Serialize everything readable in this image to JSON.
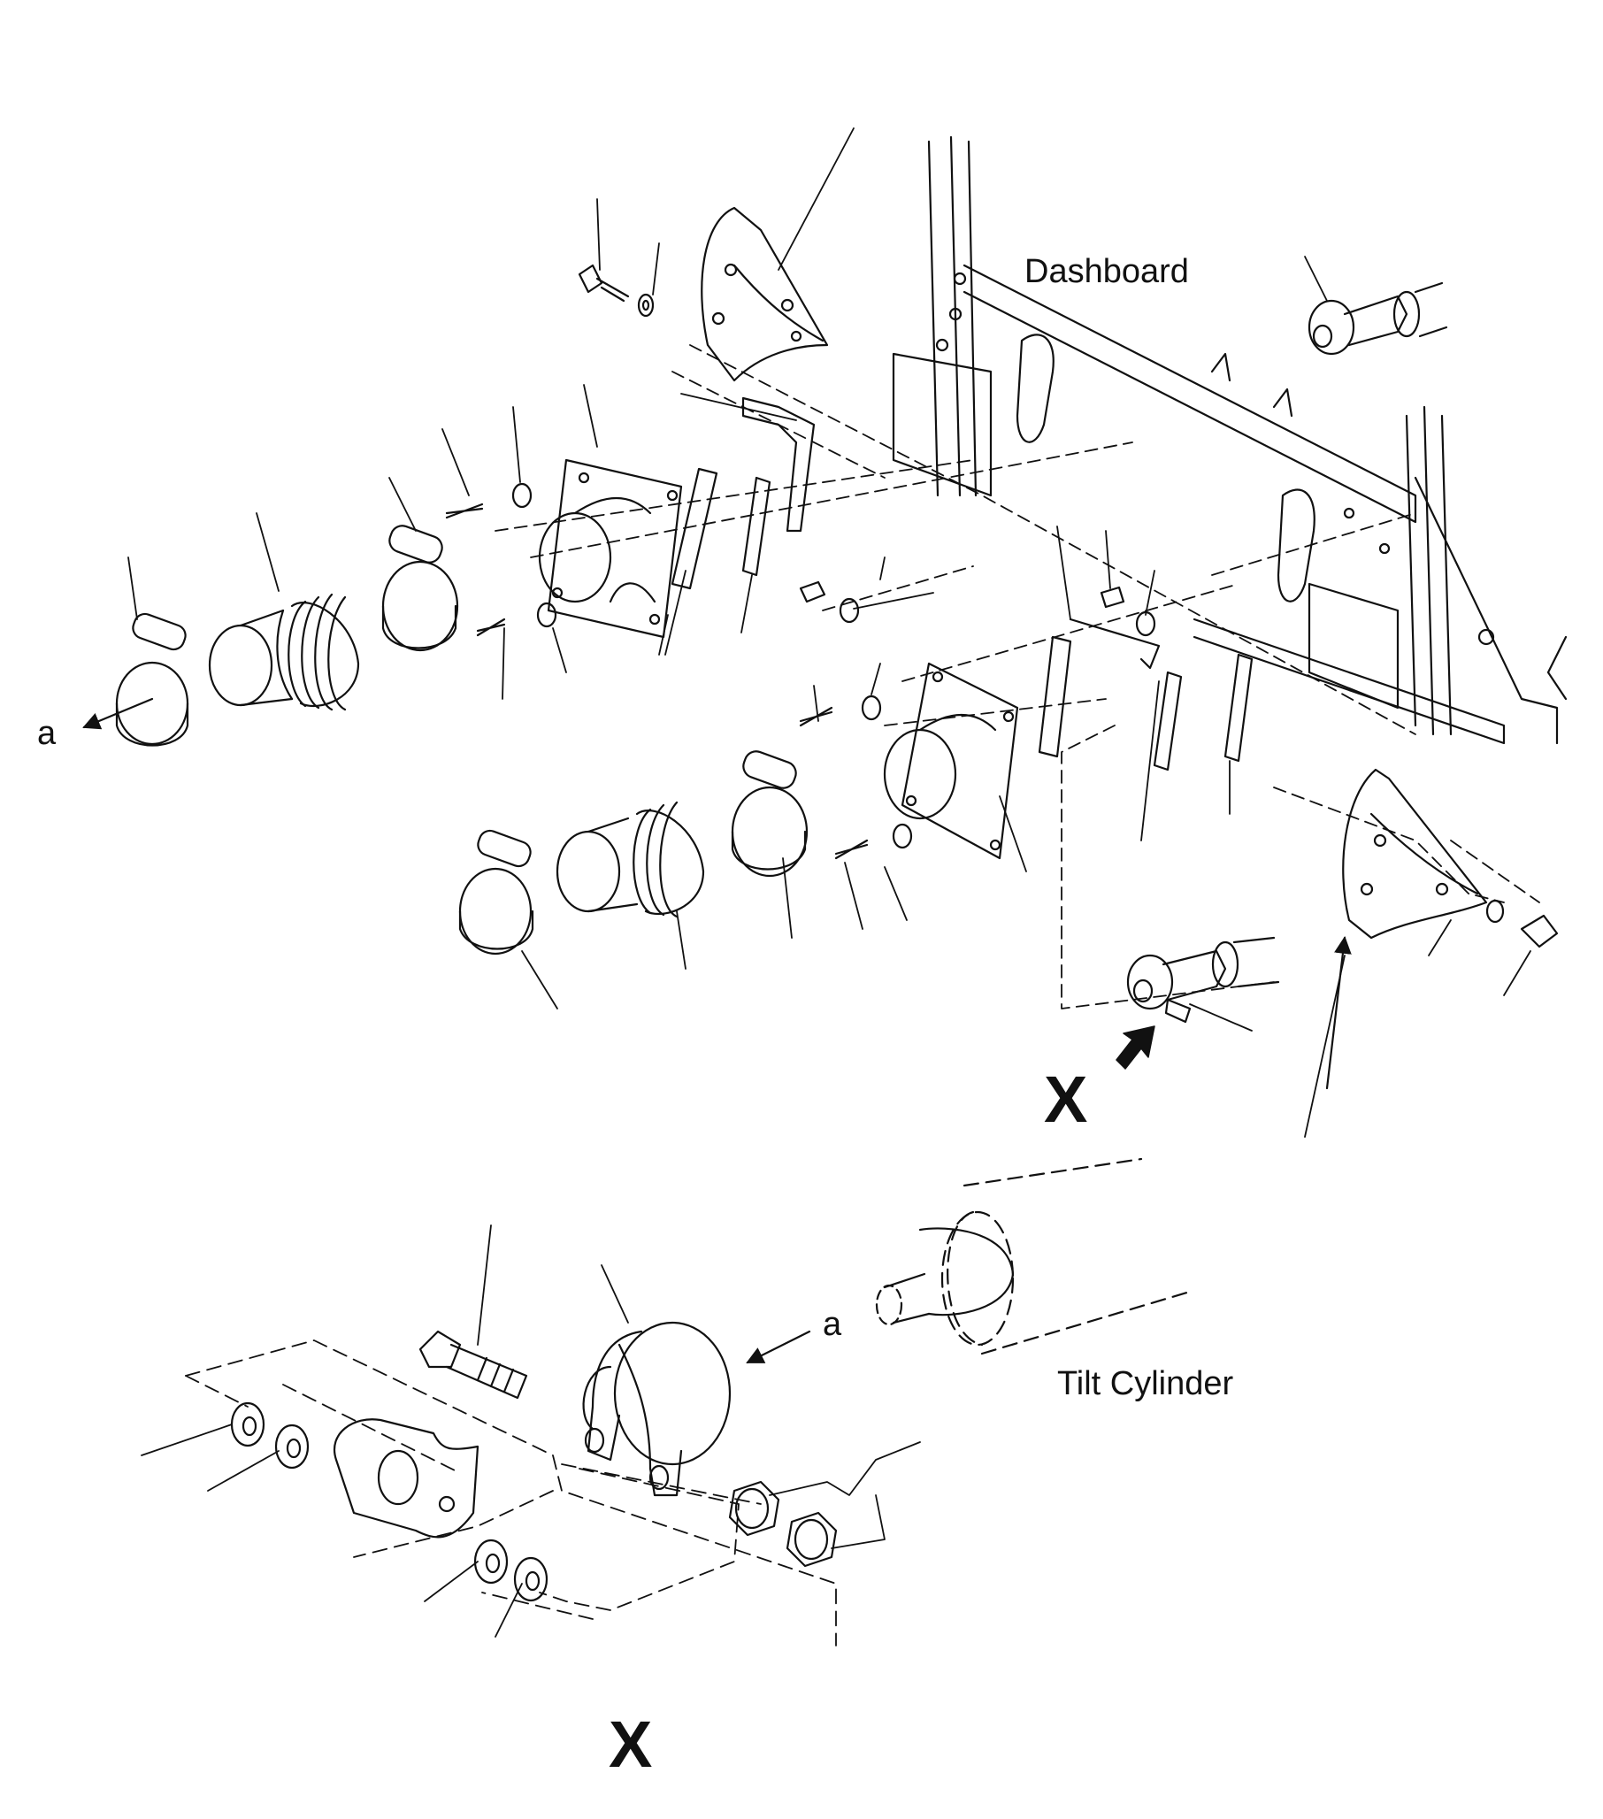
{
  "labels": {
    "dashboard": "Dashboard",
    "tilt_cylinder": "Tilt Cylinder",
    "a_left": "a",
    "a_detail": "a",
    "x_view": "X",
    "x_detail": "X"
  },
  "colors": {
    "line": "#111111",
    "paper": "#ffffff"
  }
}
